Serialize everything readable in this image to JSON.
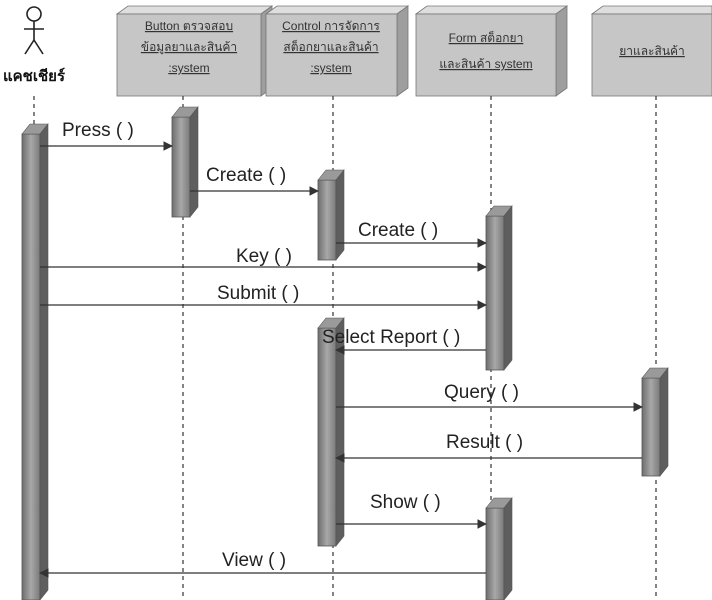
{
  "actor": {
    "label": "แคชเชียร์"
  },
  "objects": [
    {
      "lines": [
        "Button ตรวจสอบ",
        "ข้อมูลยาและสินค้า",
        ":system"
      ]
    },
    {
      "lines": [
        "Control การจัดการ",
        "สต็อกยาและสินค้า",
        ":system"
      ]
    },
    {
      "lines": [
        "Form สต็อกยา",
        "และสินค้า system"
      ]
    },
    {
      "lines": [
        "ยาและสินค้า"
      ]
    }
  ],
  "messages": [
    {
      "label": "Press ( )",
      "from": 0,
      "to": 1
    },
    {
      "label": "Create ( )",
      "from": 1,
      "to": 2
    },
    {
      "label": "Create ( )",
      "from": 2,
      "to": 3
    },
    {
      "label": "Key ( )",
      "from": 0,
      "to": 3
    },
    {
      "label": "Submit ( )",
      "from": 0,
      "to": 3
    },
    {
      "label": "Select Report ( )",
      "from": 3,
      "to": 2
    },
    {
      "label": "Query ( )",
      "from": 2,
      "to": 4
    },
    {
      "label": "Result ( )",
      "from": 4,
      "to": 2
    },
    {
      "label": "Show ( )",
      "from": 2,
      "to": 3
    },
    {
      "label": "View ( )",
      "from": 3,
      "to": 0
    }
  ],
  "colors": {
    "box": "#c6c6c6",
    "box_side": "#9e9e9e",
    "activation": "#8a8a8a",
    "line": "#333333"
  }
}
